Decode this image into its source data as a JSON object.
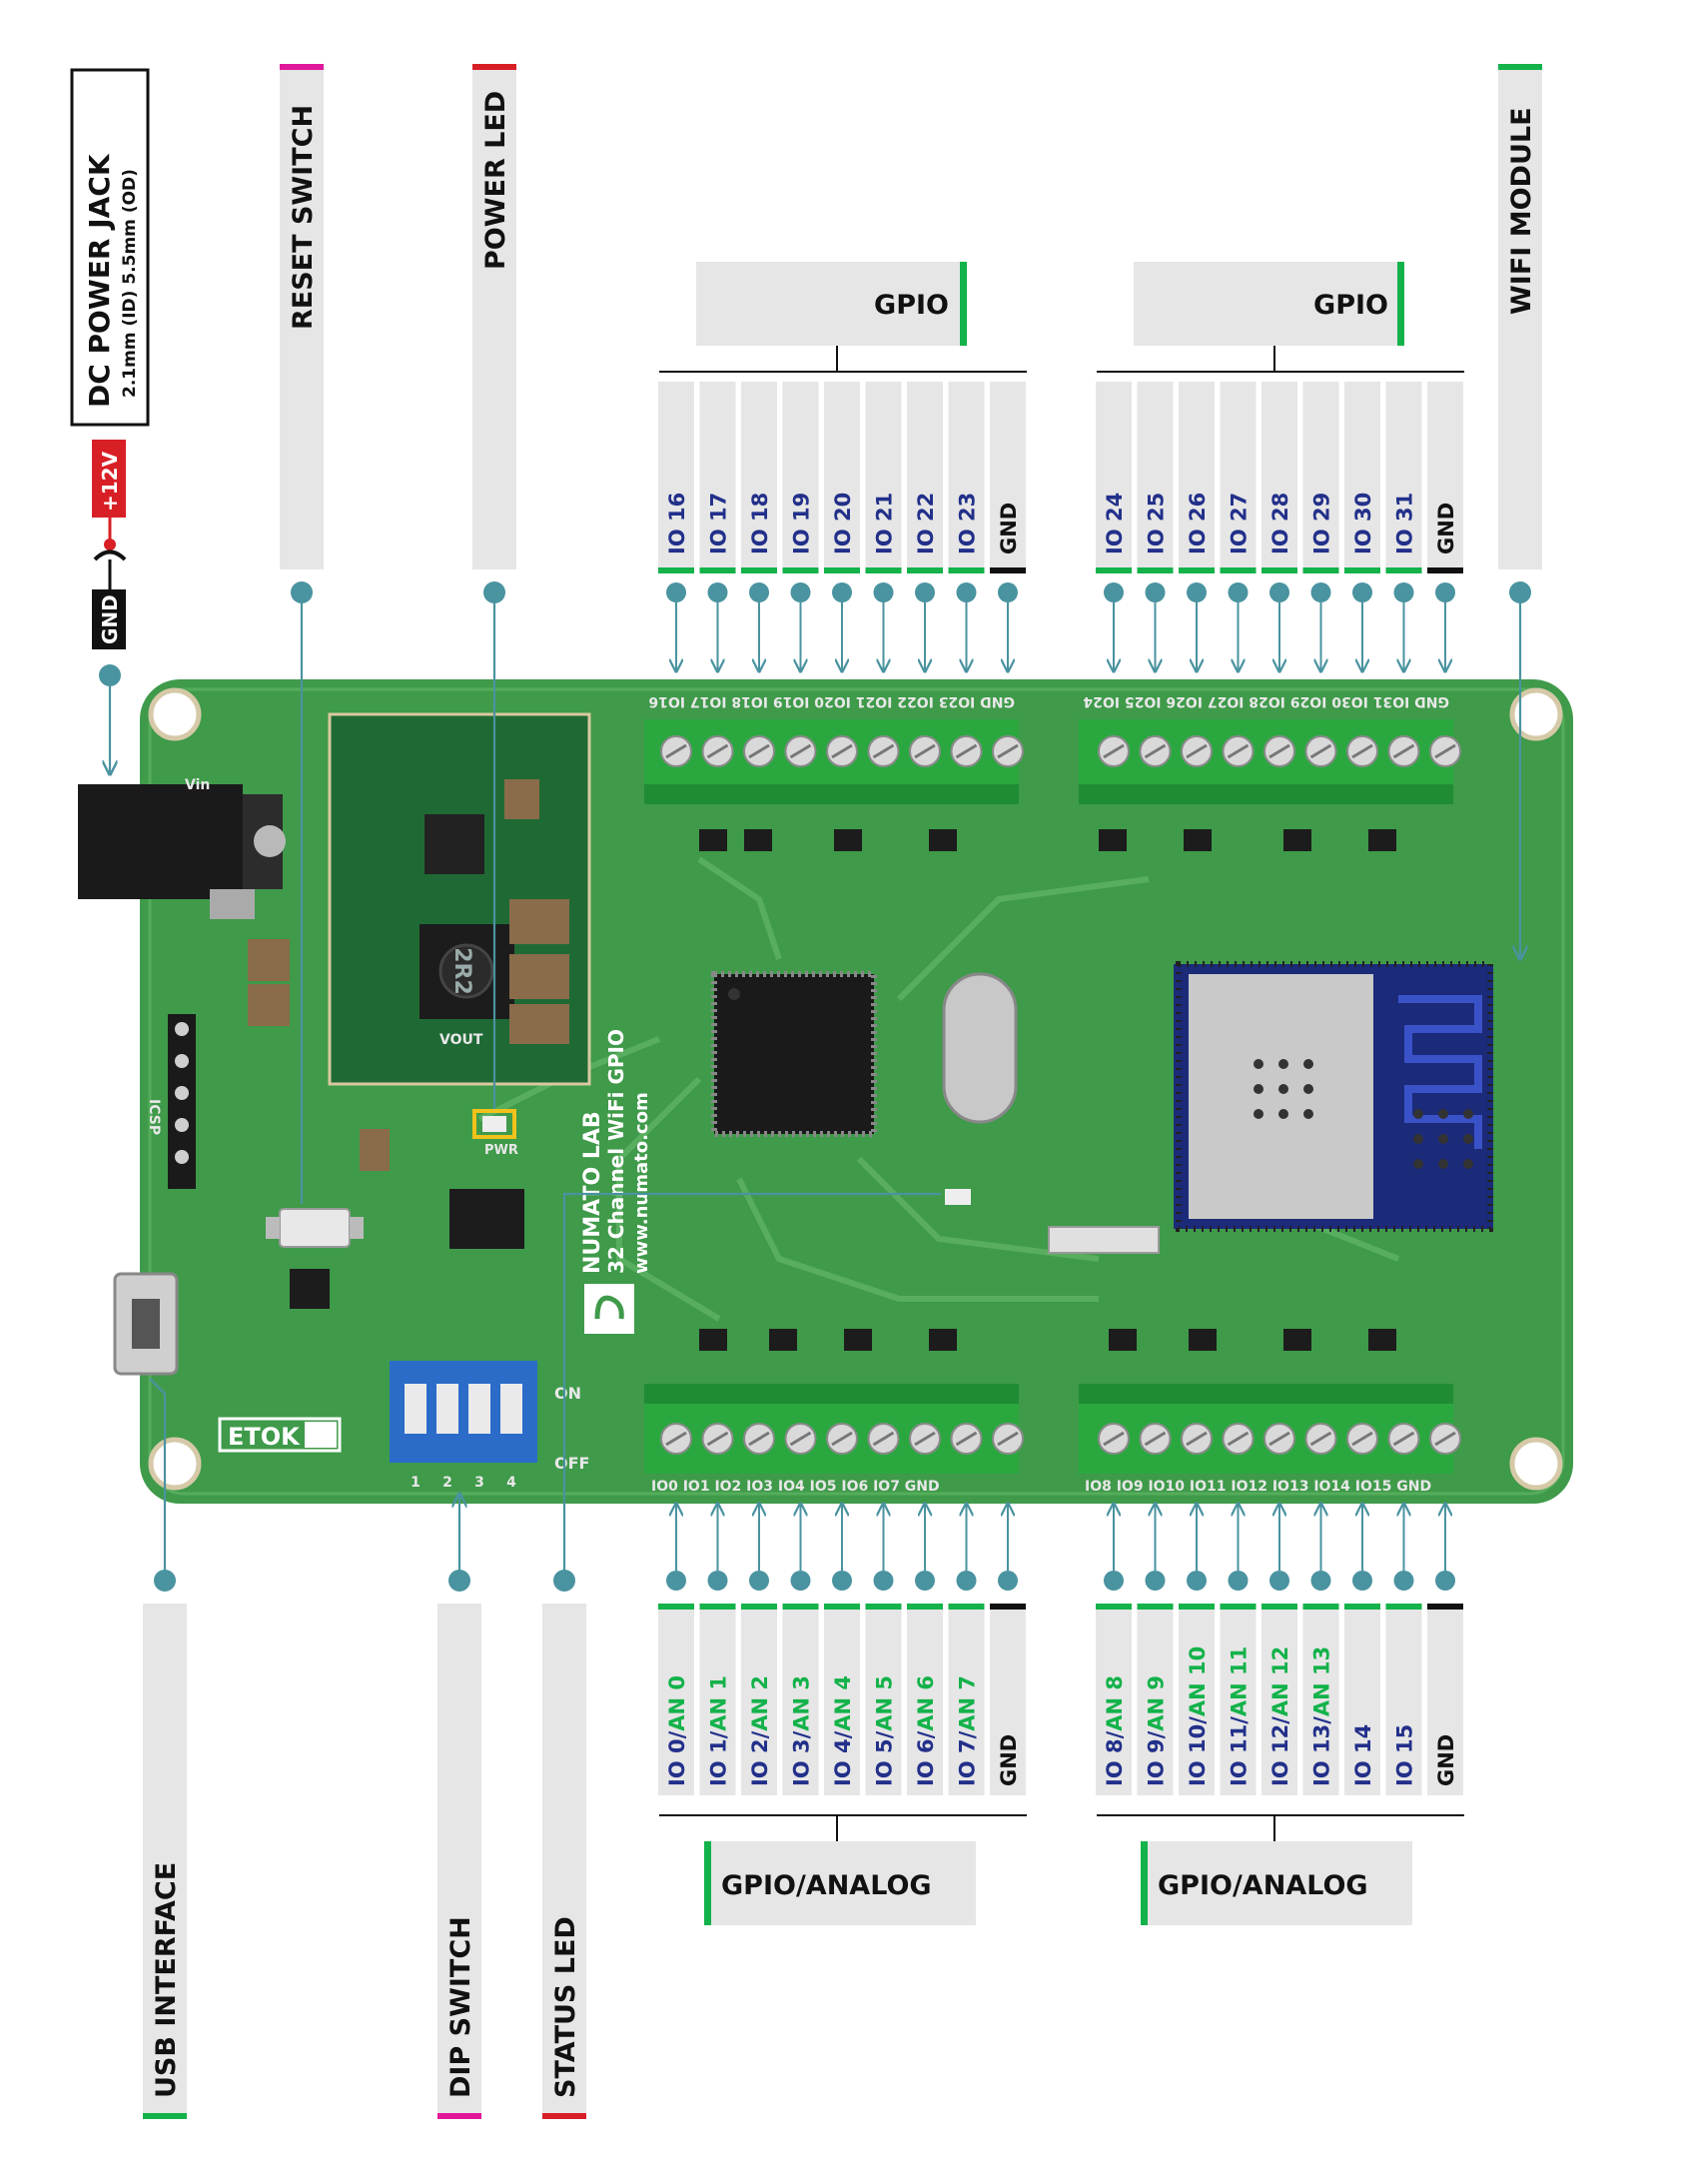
{
  "callouts_left": {
    "dc_power_jack": "DC POWER JACK",
    "dc_power_jack_spec": "2.1mm (ID) 5.5mm (OD)",
    "plus_12v": "+12V",
    "gnd": "GND",
    "reset_switch": "RESET SWITCH",
    "power_led": "POWER LED"
  },
  "callouts_right": {
    "wifi_module": "WIFI MODULE"
  },
  "callouts_bottom": {
    "usb_interface": "USB INTERFACE",
    "dip_switch": "DIP SWITCH",
    "status_led": "STATUS LED"
  },
  "groups": {
    "gpio": "GPIO",
    "gpio_analog": "GPIO/ANALOG"
  },
  "top_left_pins": [
    "IO 16",
    "IO 17",
    "IO 18",
    "IO 19",
    "IO 20",
    "IO 21",
    "IO 22",
    "IO 23",
    "GND"
  ],
  "top_right_pins": [
    "IO 24",
    "IO 25",
    "IO 26",
    "IO 27",
    "IO 28",
    "IO 29",
    "IO 30",
    "IO 31",
    "GND"
  ],
  "bottom_left_pins": [
    {
      "io": "IO 0/",
      "an": "AN 0"
    },
    {
      "io": "IO 1/",
      "an": "AN 1"
    },
    {
      "io": "IO 2/",
      "an": "AN 2"
    },
    {
      "io": "IO 3/",
      "an": "AN 3"
    },
    {
      "io": "IO 4/",
      "an": "AN 4"
    },
    {
      "io": "IO 5/",
      "an": "AN 5"
    },
    {
      "io": "IO 6/",
      "an": "AN 6"
    },
    {
      "io": "IO 7/",
      "an": "AN 7"
    },
    {
      "io": "GND",
      "an": ""
    }
  ],
  "bottom_right_pins": [
    {
      "io": "IO 8/",
      "an": "AN 8"
    },
    {
      "io": "IO 9/",
      "an": "AN 9"
    },
    {
      "io": "IO 10/",
      "an": "AN 10"
    },
    {
      "io": "IO 11/",
      "an": "AN 11"
    },
    {
      "io": "IO 12/",
      "an": "AN 12"
    },
    {
      "io": "IO 13/",
      "an": "AN 13"
    },
    {
      "io": "IO 14",
      "an": ""
    },
    {
      "io": "IO 15",
      "an": ""
    },
    {
      "io": "GND",
      "an": ""
    }
  ],
  "board": {
    "silk_top_left": "GND IO23 IO22 IO21 IO20 IO19 IO18 IO17 IO16",
    "silk_top_right": "GND IO31 IO30 IO29 IO28 IO27 IO26 IO25 IO24",
    "silk_bottom_left": "IO0 IO1 IO2 IO3 IO4 IO5 IO6 IO7 GND",
    "silk_bottom_right": "IO8 IO9 IO10 IO11 IO12 IO13 IO14 IO15 GND",
    "brand_line1": "NUMATO LAB",
    "brand_line2": "32 Channel WiFi GPIO",
    "brand_line3": "www.numato.com",
    "etok": "ETOK",
    "dip_on": "ON",
    "dip_off": "OFF",
    "dip_numbers": [
      "1",
      "2",
      "3",
      "4"
    ],
    "vin": "Vin",
    "icsp": "ICSP",
    "inductor": "2R2",
    "vout": "VOUT",
    "pwr": "PWR"
  },
  "colors": {
    "board": "#3f9a4a",
    "navy": "#22308a",
    "green": "#13b24a",
    "teal": "#4a93a0",
    "magenta": "#e0189a",
    "red": "#d81f26",
    "grey": "#e6e6e6"
  }
}
